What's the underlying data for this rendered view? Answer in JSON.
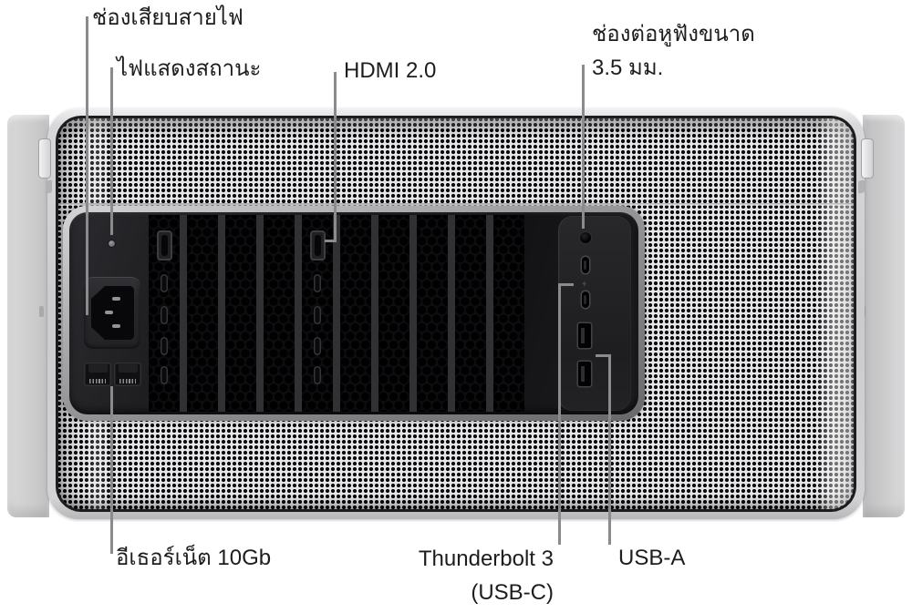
{
  "callouts": {
    "power_cord": {
      "label": "ช่องเสียบสายไฟ"
    },
    "status_light": {
      "label": "ไฟแสดงสถานะ"
    },
    "hdmi": {
      "label": "HDMI 2.0"
    },
    "headphone": {
      "line1": "ช่องต่อหูฟังขนาด",
      "line2": "3.5 มม."
    },
    "ethernet": {
      "label": "อีเธอร์เน็ต 10Gb"
    },
    "thunderbolt": {
      "line1": "Thunderbolt 3",
      "line2": "(USB-C)"
    },
    "usb_a": {
      "label": "USB-A"
    }
  },
  "colors": {
    "label_text": "#1d1d1f",
    "callout_line": "#8b8b8e",
    "panel": "#151517",
    "grille_dot": "#0d0d0f"
  }
}
